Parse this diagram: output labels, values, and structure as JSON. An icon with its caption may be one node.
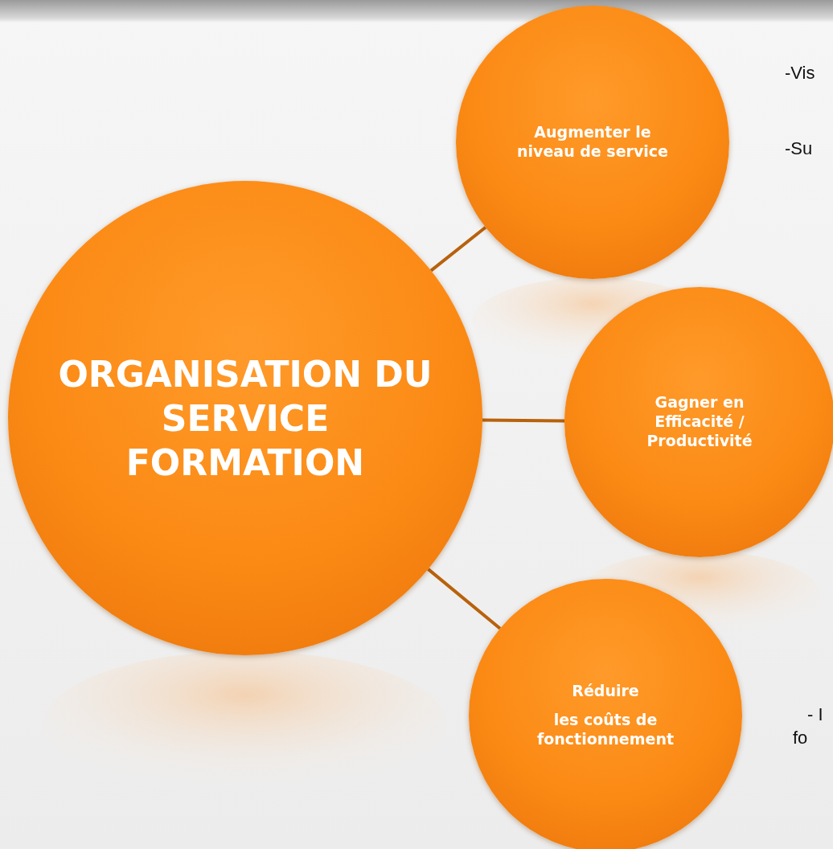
{
  "diagram": {
    "nodes": [
      {
        "text": [
          "ORGANISATION DU SERVICE FORMATION"
        ]
      },
      {
        "text": [
          "Augmenter le niveau de service"
        ]
      },
      {
        "text": [
          "Gagner en Efficacité / Productivité"
        ]
      },
      {
        "text": [
          "Réduire",
          "les coûts de fonctionnement"
        ]
      }
    ],
    "edges": [
      {
        "from": 0,
        "to": 1,
        "arrow": "none"
      },
      {
        "from": 0,
        "to": 2,
        "arrow": "none"
      },
      {
        "from": 0,
        "to": 3,
        "arrow": "none"
      }
    ],
    "labels": [
      "-Vis",
      "-Su",
      "- I",
      "fo"
    ]
  }
}
